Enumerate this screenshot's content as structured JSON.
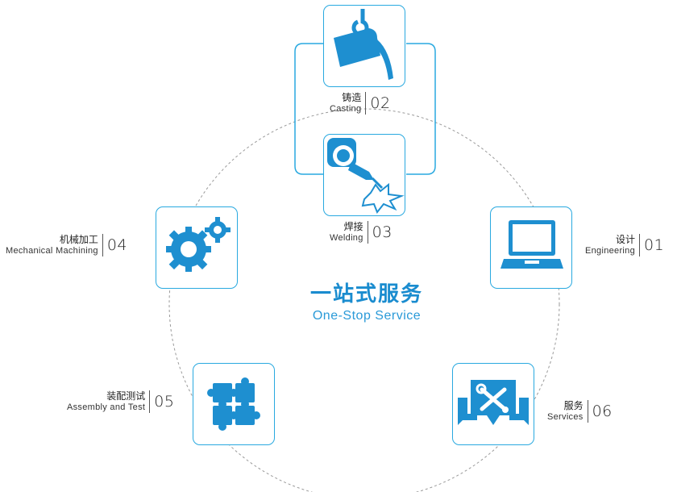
{
  "colors": {
    "accent": "#29a9e0",
    "icon": "#1e8fd0",
    "dotted": "#9a9a9a"
  },
  "center": {
    "zh": "一站式服务",
    "en": "One-Stop Service"
  },
  "nodes": [
    {
      "num": "01",
      "zh": "设计",
      "en": "Engineering",
      "icon": "laptop-icon"
    },
    {
      "num": "02",
      "zh": "铸造",
      "en": "Casting",
      "icon": "ladle-pour-icon"
    },
    {
      "num": "03",
      "zh": "焊接",
      "en": "Welding",
      "icon": "welding-torch-icon"
    },
    {
      "num": "04",
      "zh": "机械加工",
      "en": "Mechanical Machining",
      "icon": "gears-icon"
    },
    {
      "num": "05",
      "zh": "装配测试",
      "en": "Assembly and Test",
      "icon": "puzzle-icon"
    },
    {
      "num": "06",
      "zh": "服务",
      "en": "Services",
      "icon": "tools-chat-icon"
    }
  ]
}
